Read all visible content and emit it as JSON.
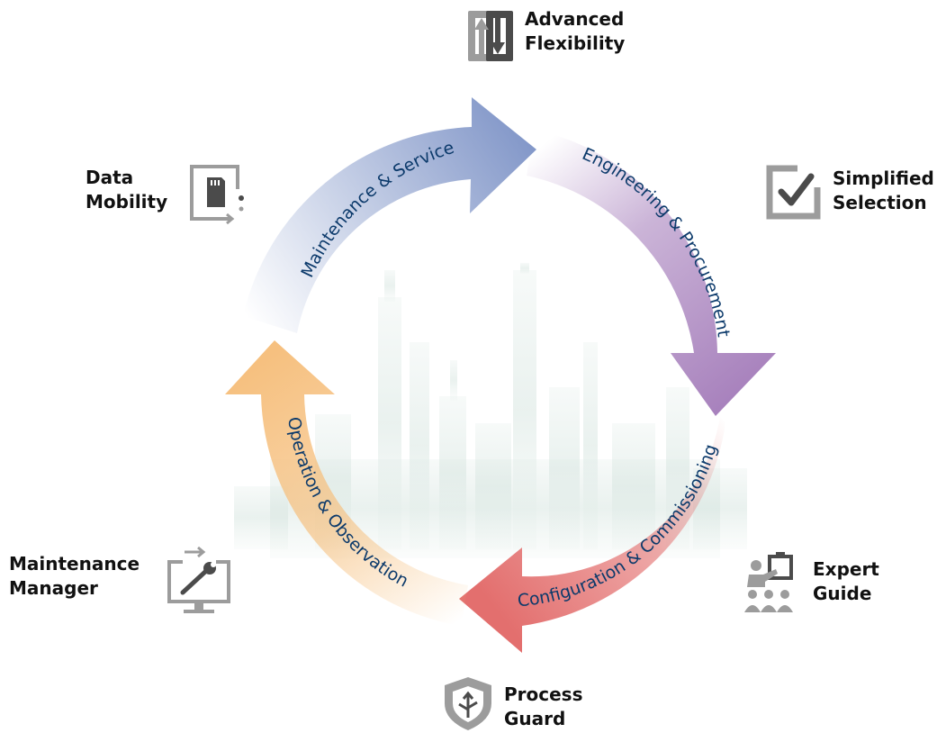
{
  "phases": {
    "maintenance": "Maintenance & Service",
    "engineering": "Engineering & Procurement",
    "configuration": "Configuration & Commissioning",
    "operation": "Operation & Observation"
  },
  "features": {
    "advanced_flexibility": {
      "line1": "Advanced",
      "line2": "Flexibility",
      "icon": "refresh-arrows-icon"
    },
    "simplified_selection": {
      "line1": "Simplified",
      "line2": "Selection",
      "icon": "checkbox-icon"
    },
    "expert_guide": {
      "line1": "Expert",
      "line2": "Guide",
      "icon": "presenter-group-icon"
    },
    "process_guard": {
      "line1": "Process",
      "line2": "Guard",
      "icon": "shield-icon"
    },
    "maintenance_manager": {
      "line1": "Maintenance",
      "line2": "Manager",
      "icon": "wrench-monitor-icon"
    },
    "data_mobility": {
      "line1": "Data",
      "line2": "Mobility",
      "icon": "sd-card-icon"
    }
  },
  "colors": {
    "maintenance": "#8196c8",
    "engineering": "#a882bd",
    "configuration": "#e36f6e",
    "operation": "#f6c07f",
    "phase_text": "#0c3a6b",
    "icon_light": "#9c9c9c",
    "icon_dark": "#4b4b4b"
  }
}
